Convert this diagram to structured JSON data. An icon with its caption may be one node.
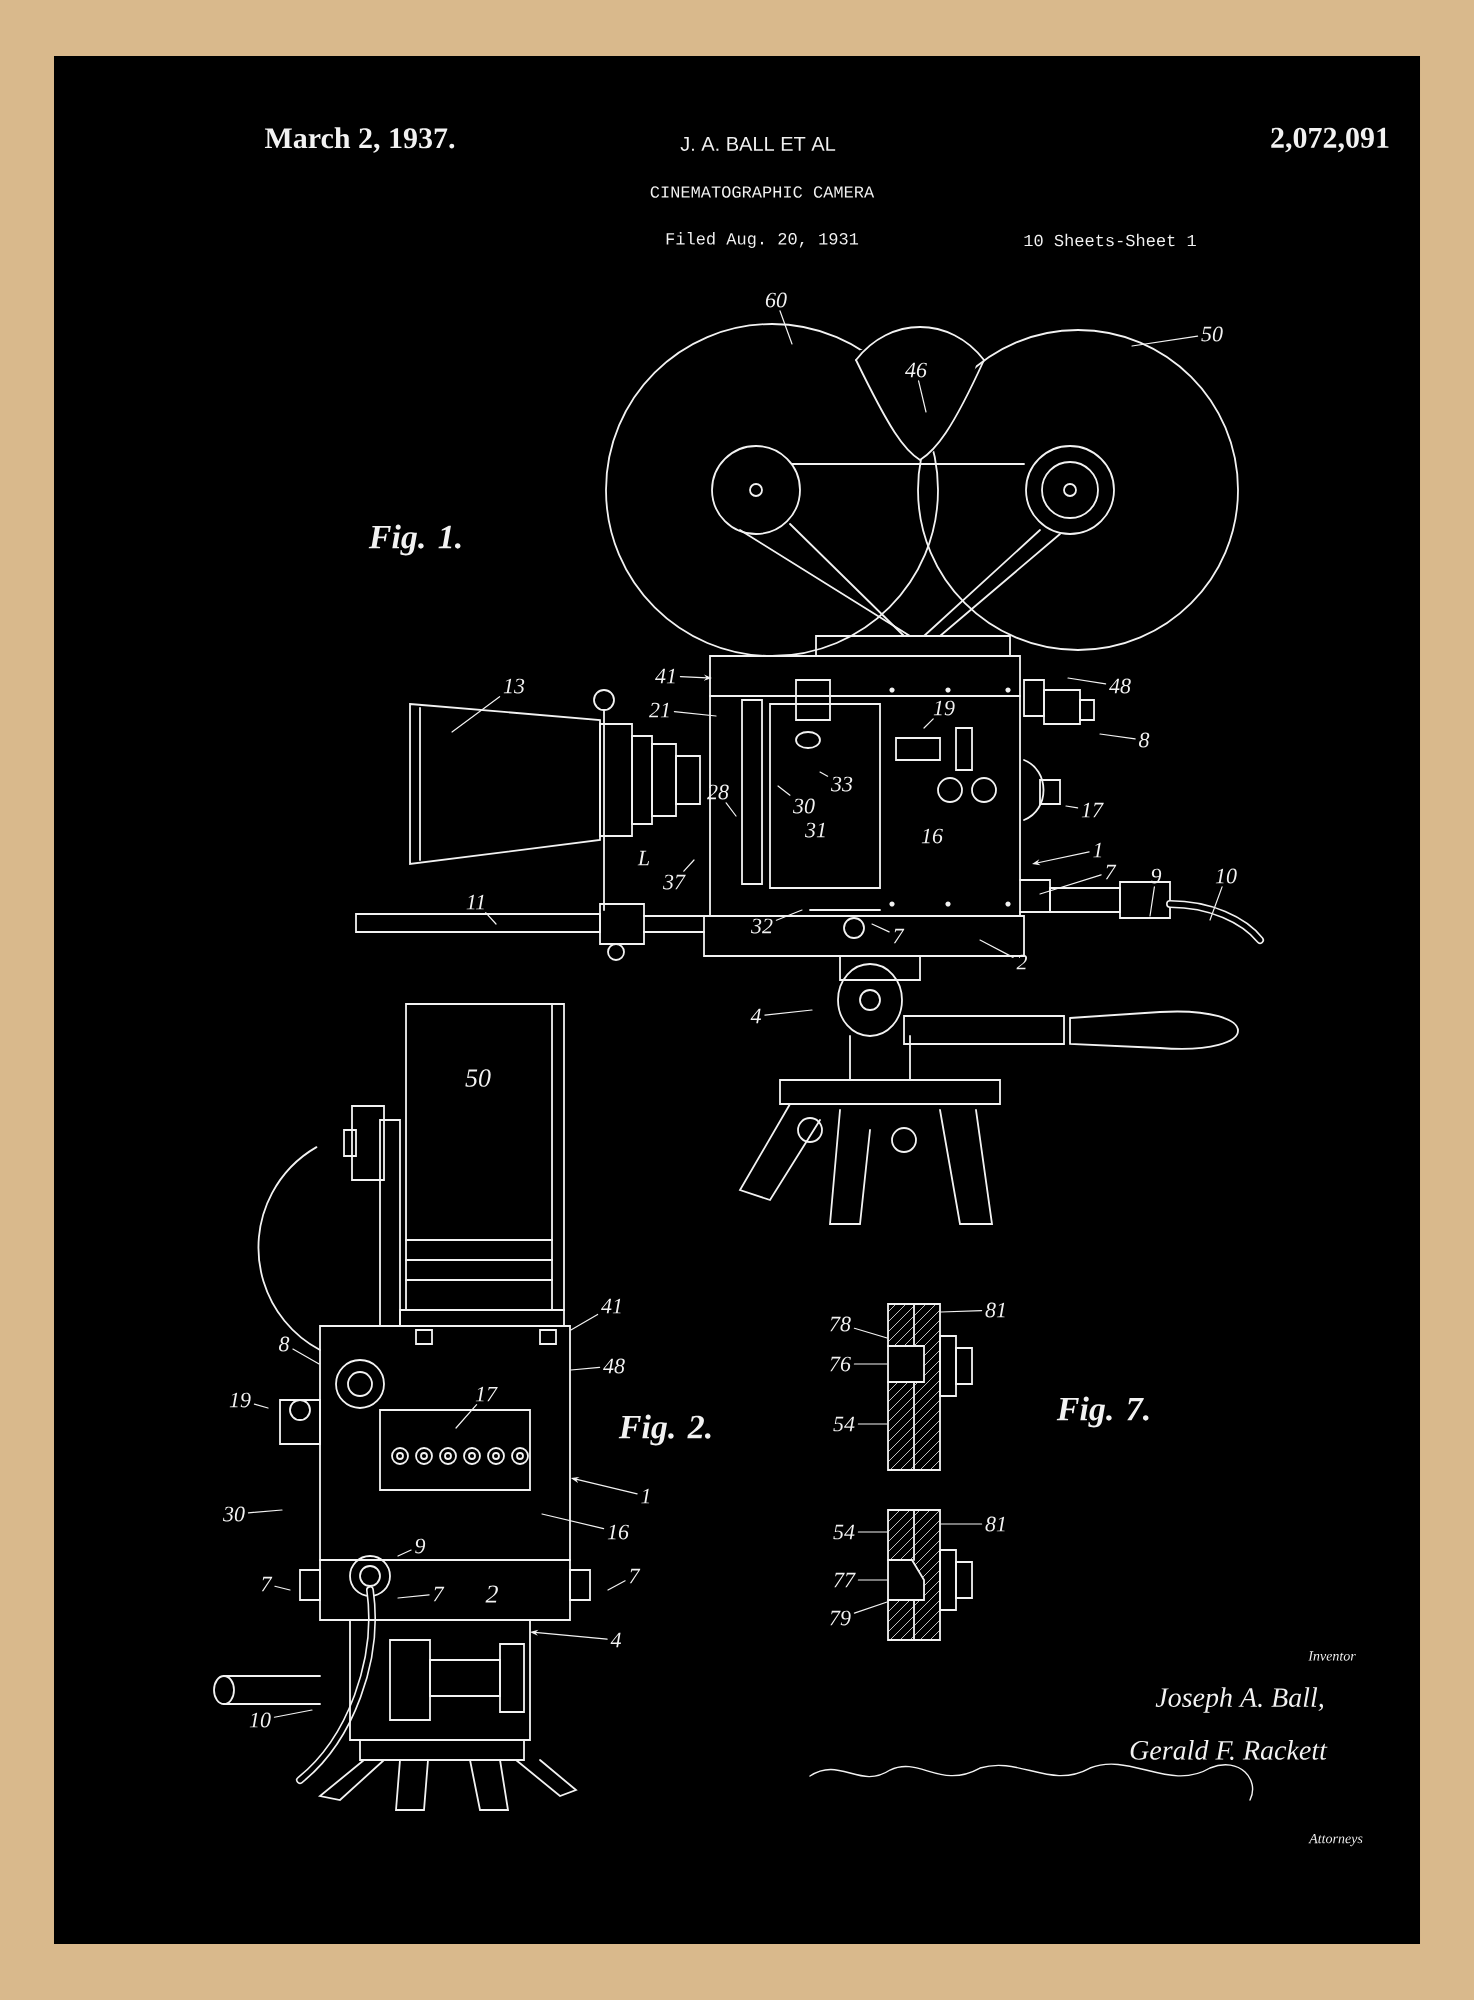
{
  "diagram": {
    "title": "CINEMATOGRAPHIC CAMERA",
    "nodes": [
      {
        "text": [
          "60"
        ]
      },
      {
        "text": [
          "46"
        ]
      },
      {
        "text": [
          "50"
        ]
      },
      {
        "text": [
          "41"
        ]
      },
      {
        "text": [
          "21"
        ]
      },
      {
        "text": [
          "13"
        ]
      },
      {
        "text": [
          "48"
        ]
      },
      {
        "text": [
          "8"
        ]
      },
      {
        "text": [
          "19"
        ]
      },
      {
        "text": [
          "28"
        ]
      },
      {
        "text": [
          "30"
        ]
      },
      {
        "text": [
          "33"
        ]
      },
      {
        "text": [
          "17"
        ]
      },
      {
        "text": [
          "37"
        ]
      },
      {
        "text": [
          "1"
        ]
      },
      {
        "text": [
          "7"
        ]
      },
      {
        "text": [
          "9"
        ]
      },
      {
        "text": [
          "10"
        ]
      },
      {
        "text": [
          "11"
        ]
      },
      {
        "text": [
          "32"
        ]
      },
      {
        "text": [
          "7"
        ]
      },
      {
        "text": [
          "2"
        ]
      },
      {
        "text": [
          "4"
        ]
      },
      {
        "text": [],
        "shape": "box"
      },
      {
        "text": [
          "41"
        ]
      },
      {
        "text": [
          "8"
        ]
      },
      {
        "text": [
          "48"
        ]
      },
      {
        "text": [
          "17"
        ],
        "in": 23
      },
      {
        "text": [
          "19"
        ]
      },
      {
        "text": [
          "1"
        ]
      },
      {
        "text": [
          "30"
        ]
      },
      {
        "text": [
          "16"
        ]
      },
      {
        "text": [
          "9"
        ],
        "in": 23
      },
      {
        "text": [
          "7"
        ]
      },
      {
        "text": [
          "7"
        ]
      },
      {
        "text": [
          "7"
        ]
      },
      {
        "text": [
          "4"
        ]
      },
      {
        "text": [
          "10"
        ]
      },
      {
        "text": [
          "78"
        ]
      },
      {
        "text": [
          "81"
        ]
      },
      {
        "text": [
          "76"
        ]
      },
      {
        "text": [
          "54"
        ]
      },
      {
        "text": [
          "54"
        ]
      },
      {
        "text": [
          "81"
        ]
      },
      {
        "text": [
          "77"
        ]
      },
      {
        "text": [
          "79"
        ]
      },
      {
        "text": [],
        "shape": "box"
      },
      {
        "text": [],
        "shape": "box"
      }
    ],
    "edges": [
      {
        "from": 0,
        "to": null,
        "arrow": "none"
      },
      {
        "from": 1,
        "to": null,
        "arrow": "none"
      },
      {
        "from": 2,
        "to": null,
        "arrow": "none"
      },
      {
        "from": 3,
        "to": null,
        "arrow": "to"
      },
      {
        "from": 4,
        "to": null,
        "arrow": "none"
      },
      {
        "from": 5,
        "to": null,
        "arrow": "none"
      },
      {
        "from": 6,
        "to": null,
        "arrow": "none"
      },
      {
        "from": 7,
        "to": null,
        "arrow": "none"
      },
      {
        "from": 8,
        "to": null,
        "arrow": "none"
      },
      {
        "from": 9,
        "to": null,
        "arrow": "none"
      },
      {
        "from": 10,
        "to": null,
        "arrow": "none"
      },
      {
        "from": 11,
        "to": null,
        "arrow": "none"
      },
      {
        "from": 12,
        "to": null,
        "arrow": "none"
      },
      {
        "from": 13,
        "to": null,
        "arrow": "none"
      },
      {
        "from": 14,
        "to": null,
        "arrow": "to"
      },
      {
        "from": 15,
        "to": null,
        "arrow": "none"
      },
      {
        "from": 16,
        "to": null,
        "arrow": "none"
      },
      {
        "from": 17,
        "to": null,
        "arrow": "none"
      },
      {
        "from": 18,
        "to": null,
        "arrow": "none"
      },
      {
        "from": 19,
        "to": null,
        "arrow": "none"
      },
      {
        "from": 20,
        "to": null,
        "arrow": "none"
      },
      {
        "from": 21,
        "to": null,
        "arrow": "none"
      },
      {
        "from": 22,
        "to": null,
        "arrow": "none"
      },
      {
        "from": 24,
        "to": 23,
        "arrow": "none"
      },
      {
        "from": 25,
        "to": 23,
        "arrow": "none"
      },
      {
        "from": 26,
        "to": 23,
        "arrow": "none"
      },
      {
        "from": 27,
        "to": null,
        "arrow": "none"
      },
      {
        "from": 28,
        "to": null,
        "arrow": "none"
      },
      {
        "from": 29,
        "to": 23,
        "arrow": "to"
      },
      {
        "from": 30,
        "to": null,
        "arrow": "none"
      },
      {
        "from": 31,
        "to": null,
        "arrow": "none"
      },
      {
        "from": 32,
        "to": null,
        "arrow": "none"
      },
      {
        "from": 33,
        "to": null,
        "arrow": "none"
      },
      {
        "from": 34,
        "to": null,
        "arrow": "none"
      },
      {
        "from": 35,
        "to": null,
        "arrow": "none"
      },
      {
        "from": 36,
        "to": null,
        "arrow": "to"
      },
      {
        "from": 37,
        "to": null,
        "arrow": "none"
      },
      {
        "from": 38,
        "to": 46,
        "arrow": "none"
      },
      {
        "from": 39,
        "to": 46,
        "arrow": "none"
      },
      {
        "from": 40,
        "to": 46,
        "arrow": "none"
      },
      {
        "from": 41,
        "to": 46,
        "arrow": "none"
      },
      {
        "from": 42,
        "to": 47,
        "arrow": "none"
      },
      {
        "from": 43,
        "to": 47,
        "arrow": "none"
      },
      {
        "from": 44,
        "to": 47,
        "arrow": "none"
      },
      {
        "from": 45,
        "to": 47,
        "arrow": "none"
      }
    ],
    "labels": [
      "March 2, 1937.",
      "J. A. BALL ET AL",
      "2,072,091",
      "Filed Aug. 20, 1931",
      "10 Sheets-Sheet 1",
      "Fig. 1.",
      "31",
      "16",
      "L",
      "50",
      "Fig. 2.",
      "Fig. 7.",
      "2",
      "Inventor",
      "Joseph A. Ball,",
      "Gerald F. Rackett",
      "Attorneys"
    ]
  }
}
